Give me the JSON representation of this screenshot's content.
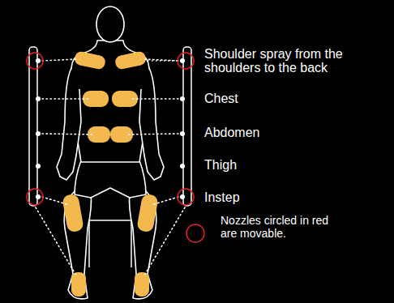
{
  "diagram": {
    "labels": [
      "Shoulder spray from the shoulders to the back",
      "Chest",
      "Abdomen",
      "Thigh",
      "Instep"
    ],
    "legend": [
      {
        "text": "Nozzles circled in red are movable."
      }
    ]
  }
}
